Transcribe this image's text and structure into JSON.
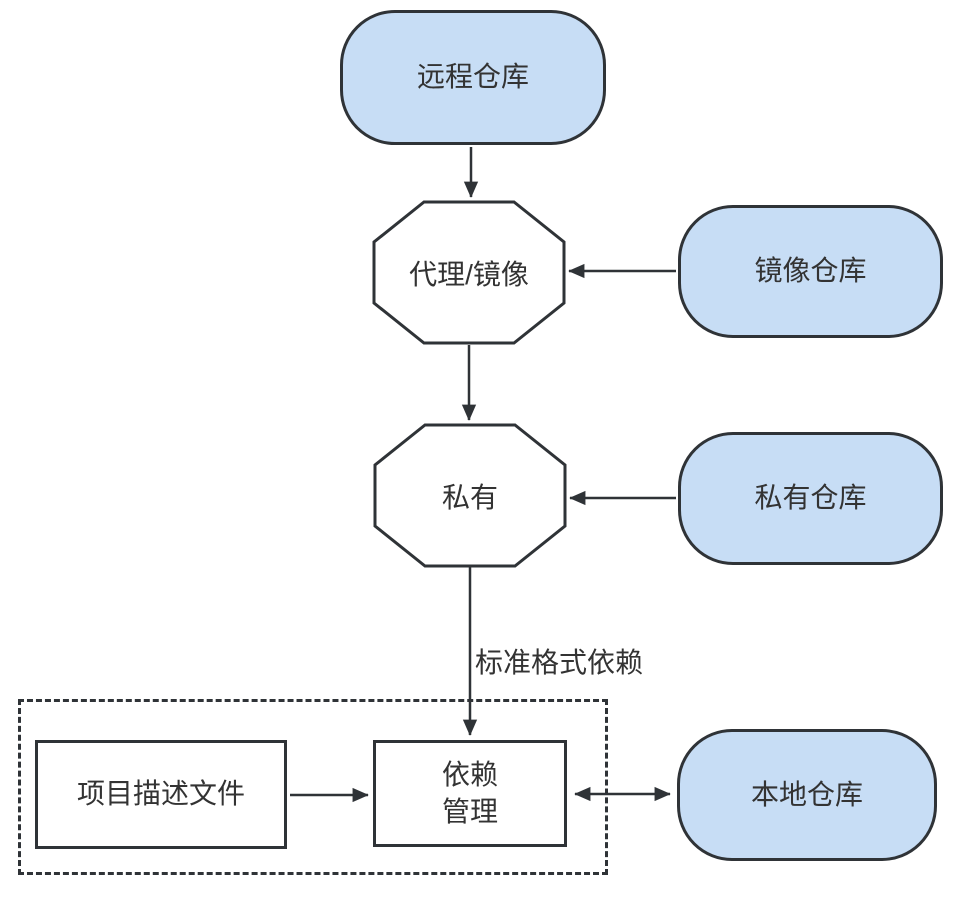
{
  "diagram": {
    "title": "repository-dependency-flow",
    "colors": {
      "node_fill": "#c7ddf5",
      "stroke": "#2f3337",
      "text": "#333333",
      "background": "#ffffff"
    },
    "nodes": {
      "remote_repo": {
        "label": "远程仓库"
      },
      "proxy_mirror": {
        "label": "代理/镜像"
      },
      "mirror_repo": {
        "label": "镜像仓库"
      },
      "private": {
        "label": "私有"
      },
      "private_repo": {
        "label": "私有仓库"
      },
      "project_desc_file": {
        "label": "项目描述文件"
      },
      "dependency_mgmt": {
        "line1": "依赖",
        "line2": "管理"
      },
      "local_repo": {
        "label": "本地仓库"
      }
    },
    "edges": {
      "standard_format_label": "标准格式依赖"
    }
  }
}
